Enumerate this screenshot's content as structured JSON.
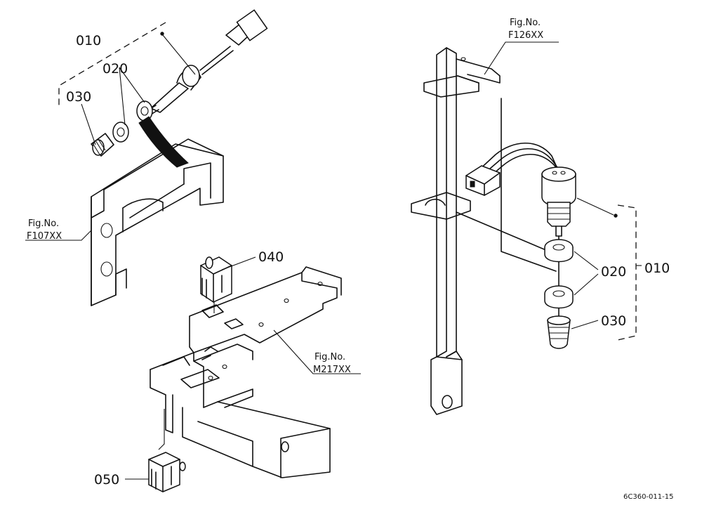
{
  "callouts": {
    "left_010": "010",
    "left_020": "020",
    "left_030": "030",
    "center_040": "040",
    "center_050": "050",
    "right_010": "010",
    "right_020": "020",
    "right_030": "030"
  },
  "references": {
    "f107_label": "Fig.No.",
    "f107_number": "F107XX",
    "m217_label": "Fig.No.",
    "m217_number": "M217XX",
    "f126_label": "Fig.No.",
    "f126_number": "F126XX"
  },
  "drawing_code": "6C360-011-15"
}
